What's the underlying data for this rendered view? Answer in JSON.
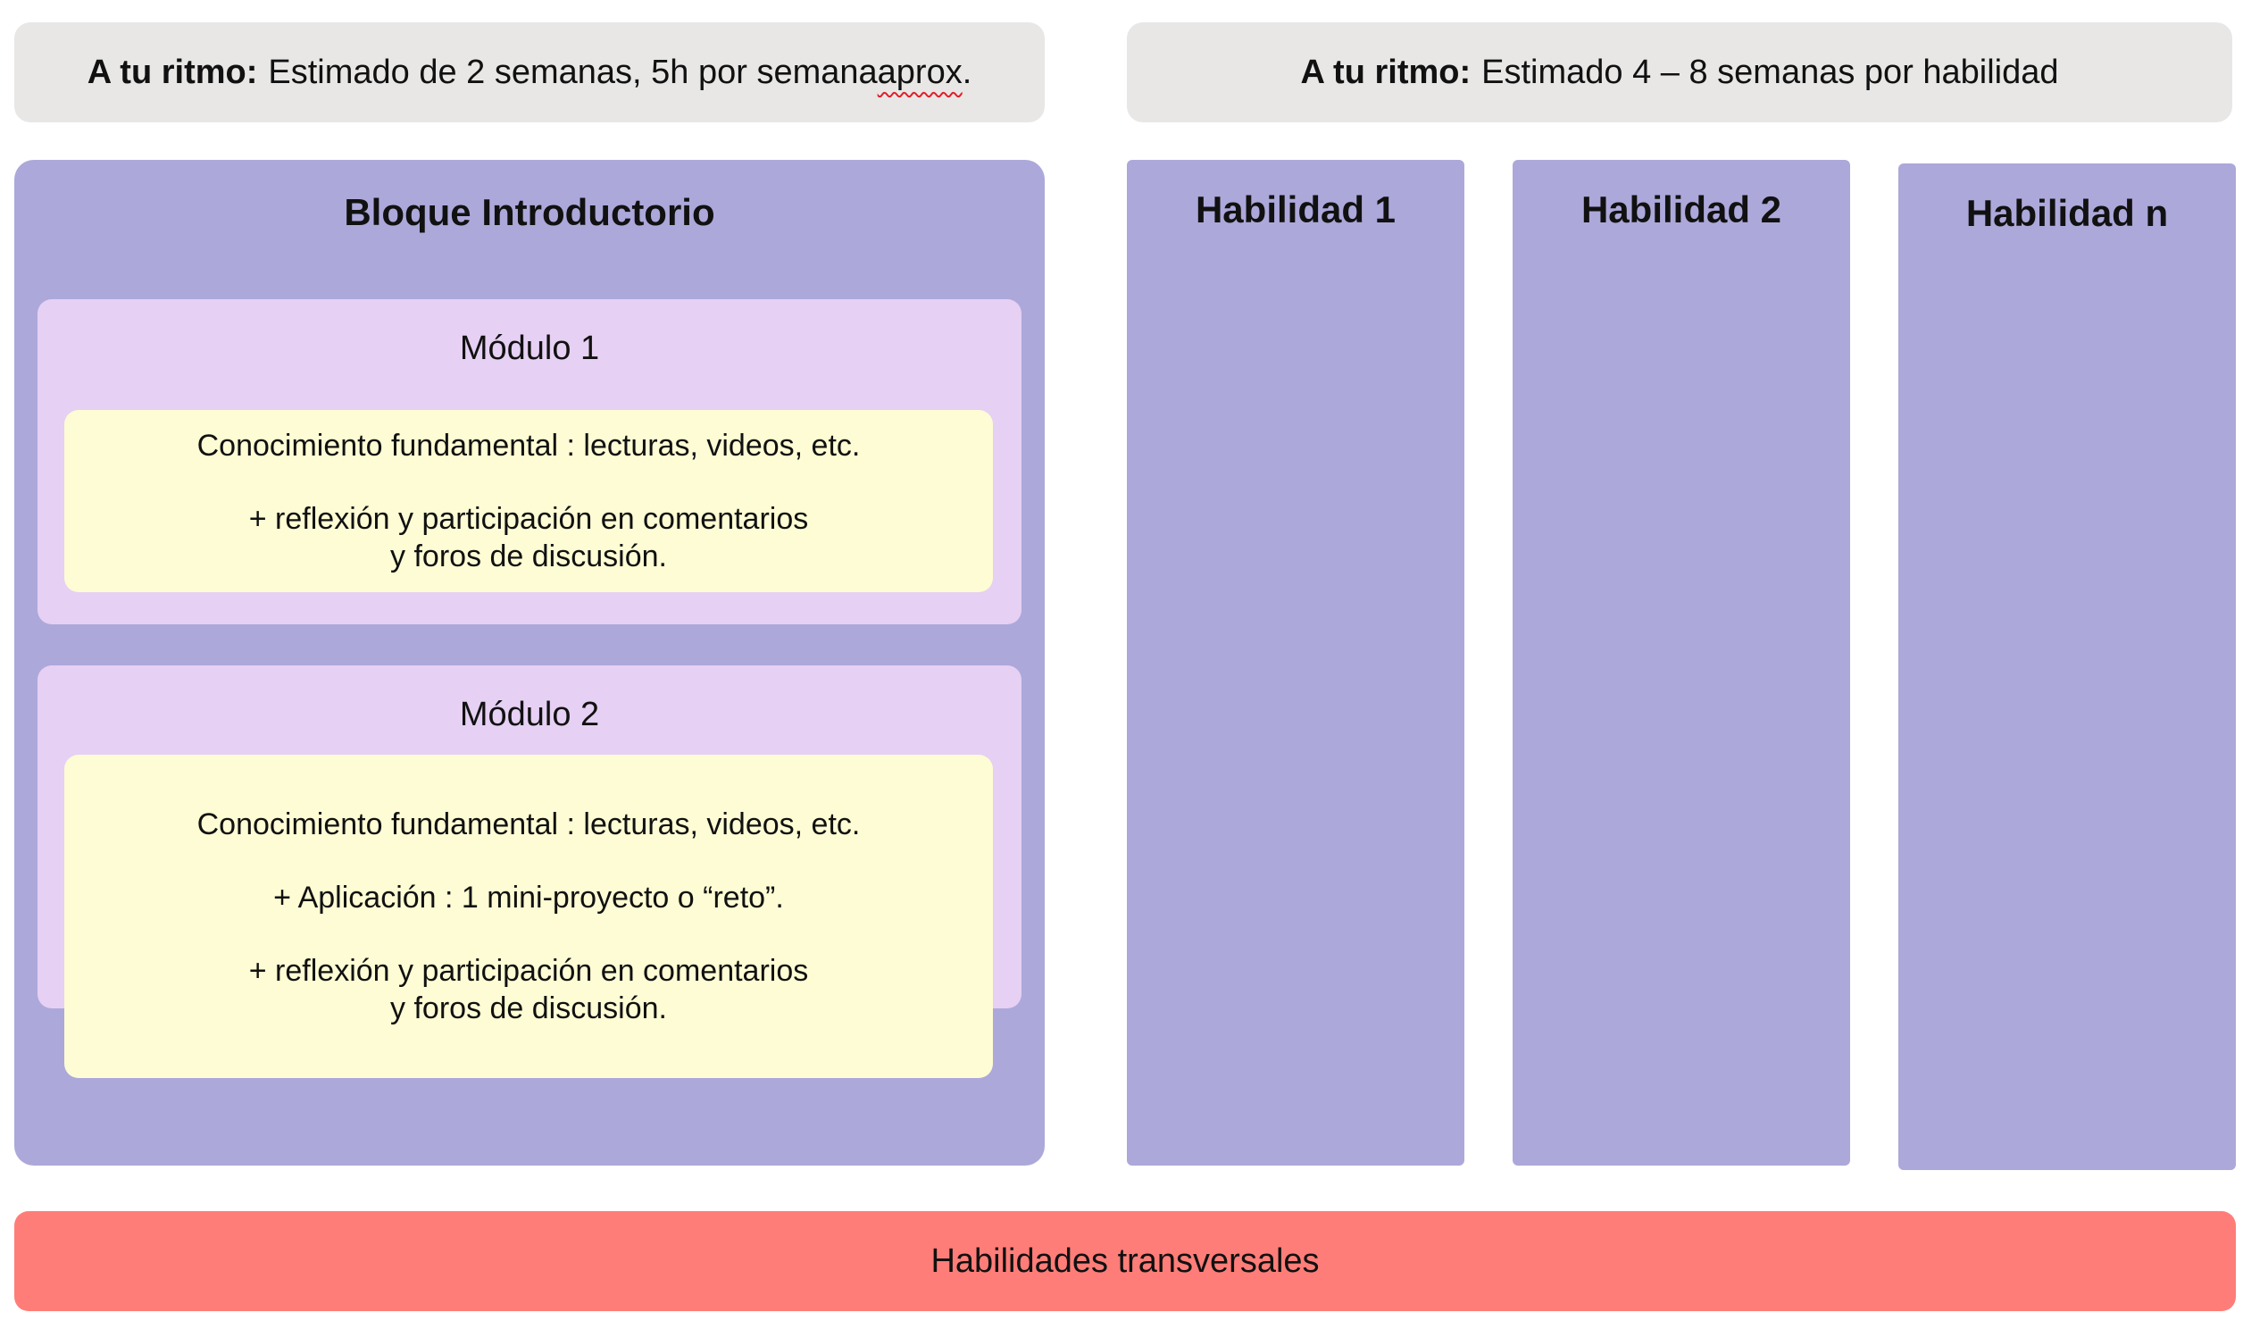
{
  "pace_left": {
    "bold": "A tu ritmo:",
    "text": "Estimado de 2 semanas, 5h por semana ",
    "underlined": "aprox",
    "tail": "."
  },
  "pace_right": {
    "bold": "A tu ritmo:",
    "text": "Estimado 4 – 8 semanas por habilidad"
  },
  "intro_block": {
    "title": "Bloque Introductorio",
    "modules": [
      {
        "title": "Módulo 1",
        "lines": [
          "Conocimiento fundamental : lecturas, videos, etc.",
          "+ reflexión y participación en comentarios",
          "y foros de discusión."
        ]
      },
      {
        "title": "Módulo 2",
        "lines": [
          "Conocimiento fundamental : lecturas, videos, etc.",
          "+ Aplicación : 1 mini-proyecto o “reto”.",
          "+ reflexión y participación en comentarios",
          "y foros de discusión."
        ]
      }
    ]
  },
  "skills": [
    "Habilidad 1",
    "Habilidad 2",
    "Habilidad n"
  ],
  "transversal": "Habilidades transversales",
  "colors": {
    "pace_bg": "#e8e7e6",
    "block_bg": "#aca8da",
    "module_bg": "#e6d0f3",
    "content_bg": "#fdfcd4",
    "transversal_bg": "#ff7d78"
  }
}
